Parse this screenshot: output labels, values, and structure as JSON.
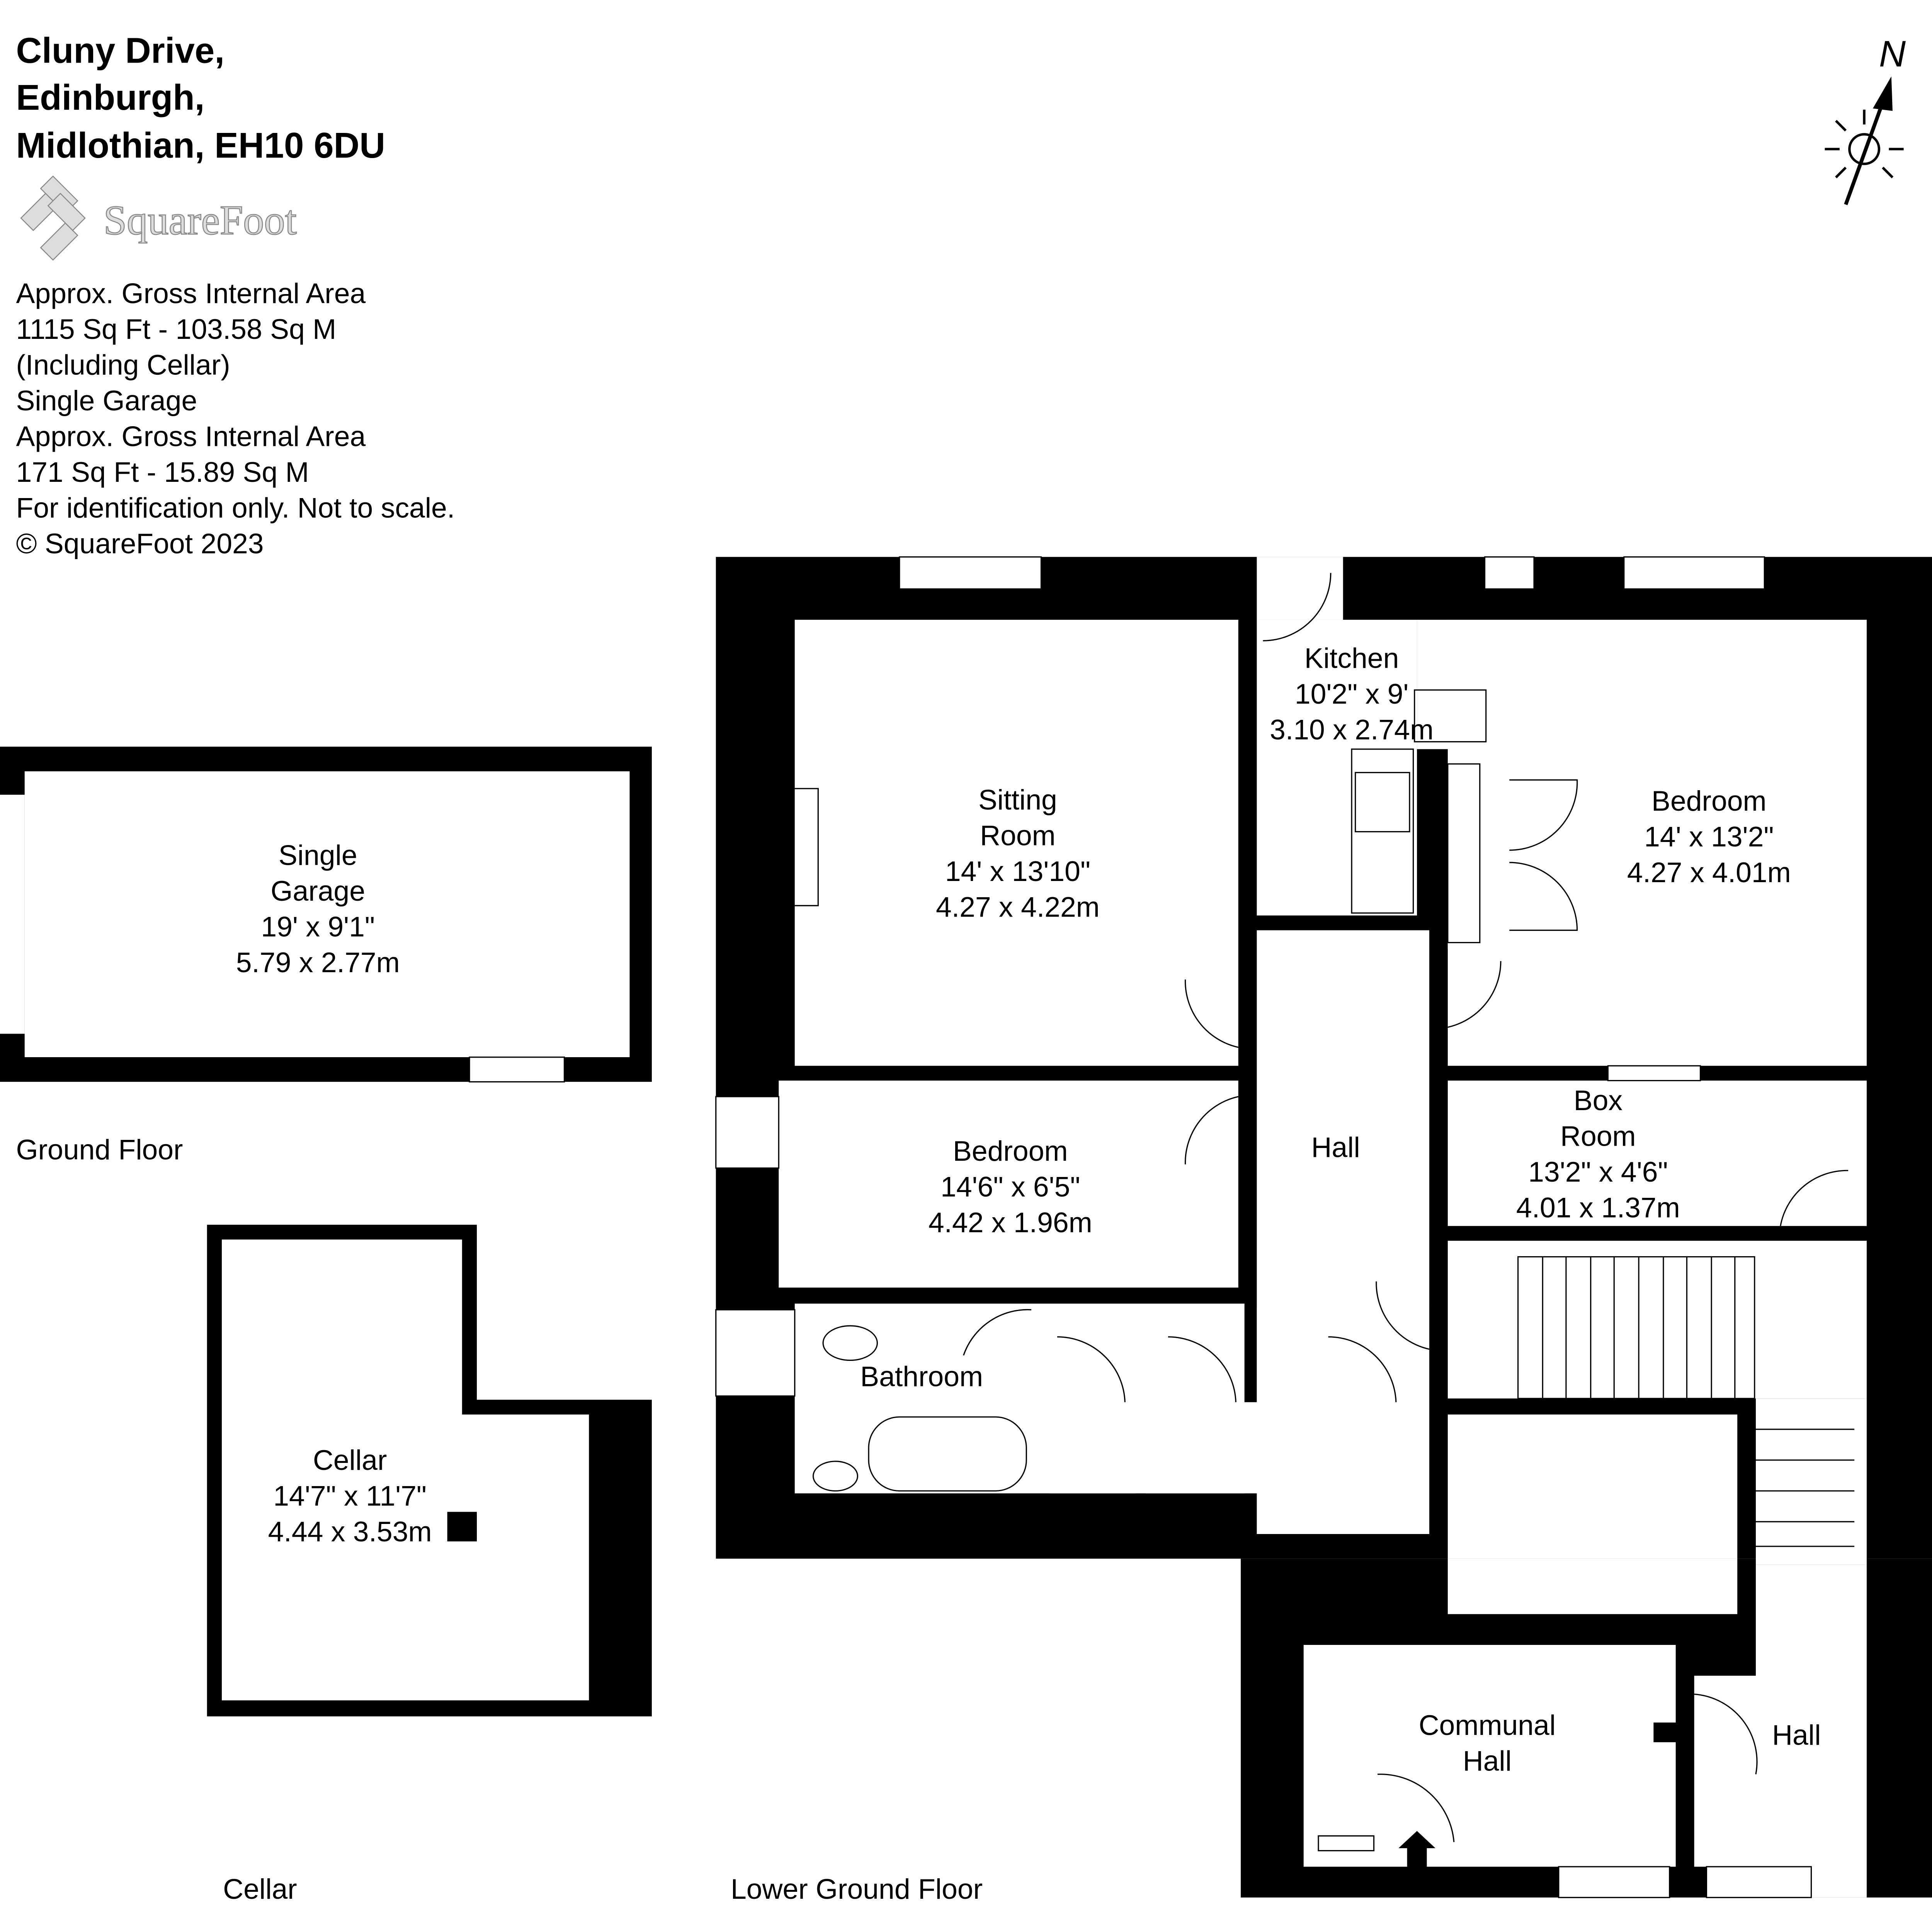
{
  "header": {
    "address_lines": [
      "Cluny Drive,",
      "Edinburgh,",
      "Midlothian, EH10 6DU"
    ],
    "logo_text": "SquareFoot",
    "info_lines": [
      "Approx. Gross Internal Area",
      "1115 Sq Ft  -  103.58 Sq M",
      "(Including Cellar)",
      "Single Garage",
      "Approx. Gross Internal Area",
      "171 Sq Ft  -  15.89 Sq M",
      "For identification only. Not to scale.",
      "© SquareFoot 2023"
    ]
  },
  "compass": {
    "label": "N",
    "icon": "north-sun-icon"
  },
  "floors": {
    "ground": "Ground Floor",
    "cellar": "Cellar",
    "lower_ground": "Lower Ground Floor"
  },
  "rooms": {
    "garage": [
      "Single",
      "Garage",
      "19' x 9'1\"",
      "5.79 x 2.77m"
    ],
    "cellar": [
      "Cellar",
      "14'7\" x 11'7\"",
      "4.44 x 3.53m"
    ],
    "sitting": [
      "Sitting",
      "Room",
      "14' x 13'10\"",
      "4.27 x 4.22m"
    ],
    "kitchen": [
      "Kitchen",
      "10'2\" x 9'",
      "3.10 x 2.74m"
    ],
    "bedroom1": [
      "Bedroom",
      "14' x 13'2\"",
      "4.27 x 4.01m"
    ],
    "bedroom2": [
      "Bedroom",
      "14'6\" x 6'5\"",
      "4.42 x 1.96m"
    ],
    "boxroom": [
      "Box",
      "Room",
      "13'2\" x 4'6\"",
      "4.01 x 1.37m"
    ],
    "hall": "Hall",
    "bathroom": "Bathroom",
    "communal": [
      "Communal",
      "Hall"
    ],
    "hall2": "Hall"
  }
}
